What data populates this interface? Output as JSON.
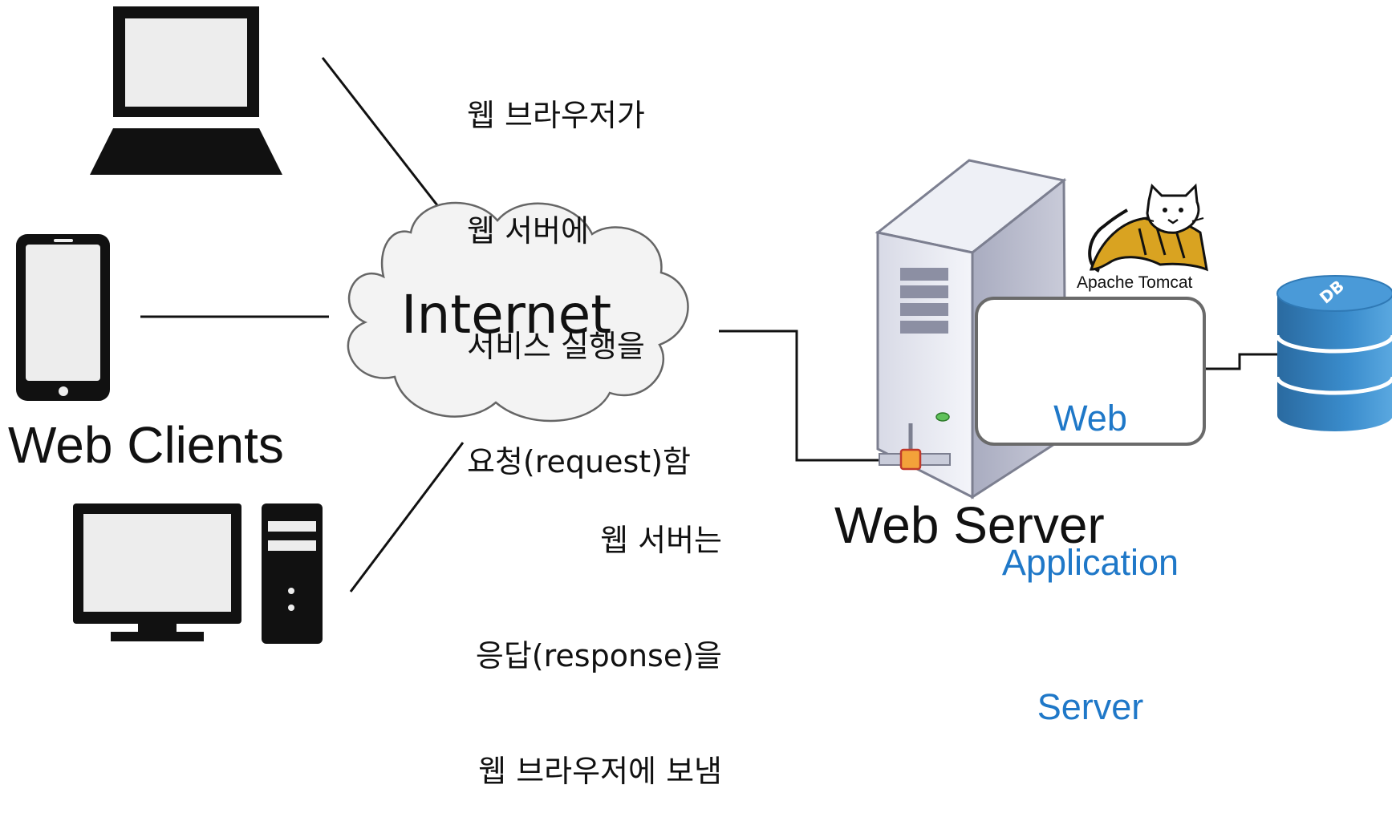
{
  "clients": {
    "label": "Web Clients",
    "devices": [
      "laptop-icon",
      "smartphone-icon",
      "desktop-computer-icon"
    ]
  },
  "internet": {
    "label": "Internet"
  },
  "request_note": {
    "lines": [
      "웹 브라우저가",
      "웹 서버에",
      "서비스 실행을",
      "요청(request)함"
    ]
  },
  "response_note": {
    "lines": [
      "웹 서버는",
      "응답(response)을",
      "웹 브라우저에 보냄"
    ]
  },
  "server": {
    "label": "Web Server",
    "tomcat_label": "Apache Tomcat",
    "was_lines": [
      "Web",
      "Application",
      "Server"
    ]
  },
  "database": {
    "label": "DB"
  },
  "colors": {
    "was_text": "#1f78c8",
    "db_blue": "#2f79b5",
    "tomcat_yellow": "#d9a321"
  }
}
